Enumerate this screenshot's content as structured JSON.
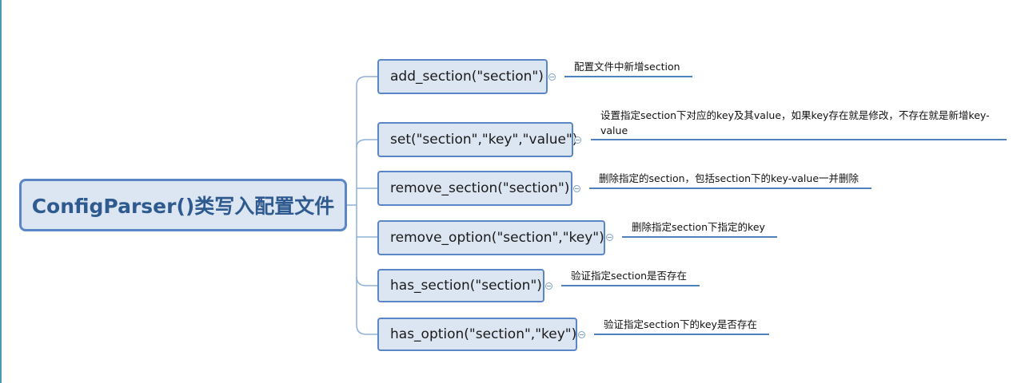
{
  "root": {
    "label": "ConfigParser()类写入配置文件"
  },
  "branches": [
    {
      "label": "add_section(\"section\")",
      "note": "配置文件中新增section"
    },
    {
      "label": "set(\"section\",\"key\",\"value\")",
      "note": "设置指定section下对应的key及其value，如果key存在就是修改，不存在就是新增key-value"
    },
    {
      "label": "remove_section(\"section\")",
      "note": "删除指定的section，包括section下的key-value一并删除"
    },
    {
      "label": "remove_option(\"section\",\"key\")",
      "note": "删除指定section下指定的key"
    },
    {
      "label": "has_section(\"section\")",
      "note": "验证指定section是否存在"
    },
    {
      "label": "has_option(\"section\",\"key\")",
      "note": "验证指定section下的key是否存在"
    }
  ],
  "colors": {
    "node_fill": "#dce6f2",
    "node_border": "#5b86c5",
    "root_text": "#2f5a8f",
    "connector": "#8fb0d8",
    "note_underline": "#4f81bd"
  }
}
